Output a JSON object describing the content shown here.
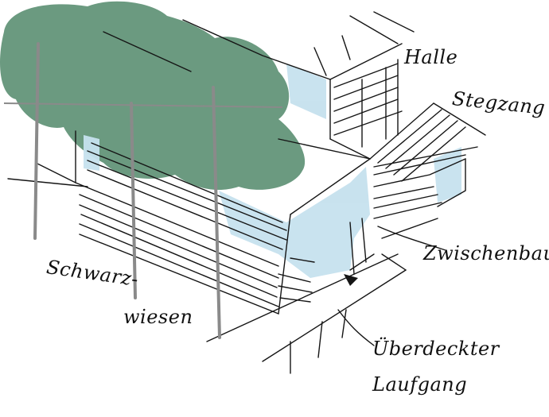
{
  "labels": {
    "halle": "Halle",
    "steg": "Stegzang",
    "schwarz": "Schwarz-",
    "wiesen": "wiesen",
    "zwischenbau": "Zwischenbau",
    "ueberdeckter": "Überdeckter",
    "laufgang": "Laufgang"
  },
  "colors": {
    "tree": "#6b9a80",
    "glass": "#c6e1ee",
    "ink": "#151515"
  }
}
